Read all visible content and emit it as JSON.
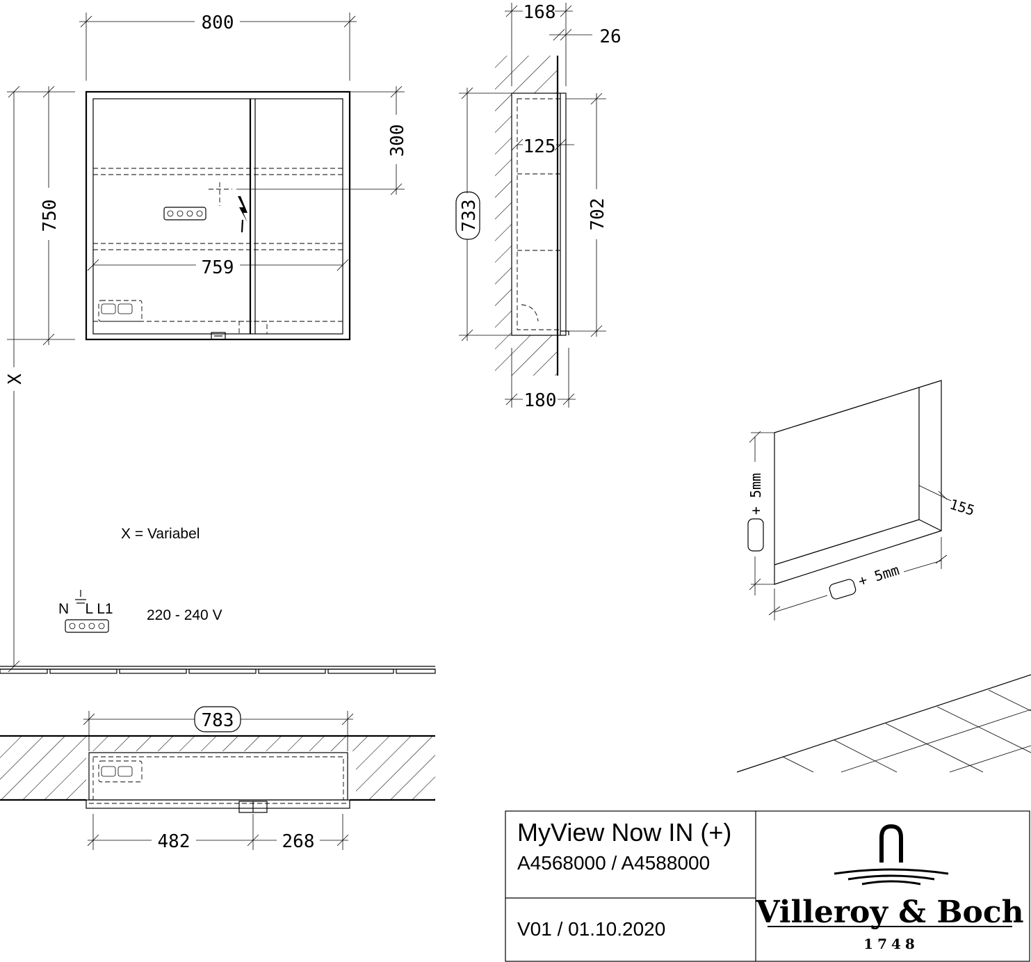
{
  "front_view": {
    "width": "800",
    "height": "750",
    "socket_offset": "300",
    "inner_width": "759",
    "floor_distance": "X"
  },
  "side_view": {
    "depth_top": "168",
    "front_depth": "26",
    "inner_depth": "125",
    "niche_height": "733",
    "inner_height": "702",
    "total_depth": "180"
  },
  "plan_view": {
    "niche_width": "783",
    "left_door": "482",
    "right_door": "268"
  },
  "iso_view": {
    "depth": "155",
    "height_tolerance": "+ 5mm",
    "width_tolerance": "+ 5mm"
  },
  "notes": {
    "variable": "X = Variabel",
    "terminal_labels": "N    L L1",
    "voltage": "220 - 240 V"
  },
  "title_block": {
    "product_name": "MyView Now IN (+)",
    "article_numbers": "A4568000 / A4588000",
    "version": "V01 / 01.10.2020",
    "brand": "Villeroy & Boch",
    "year": "1748"
  }
}
